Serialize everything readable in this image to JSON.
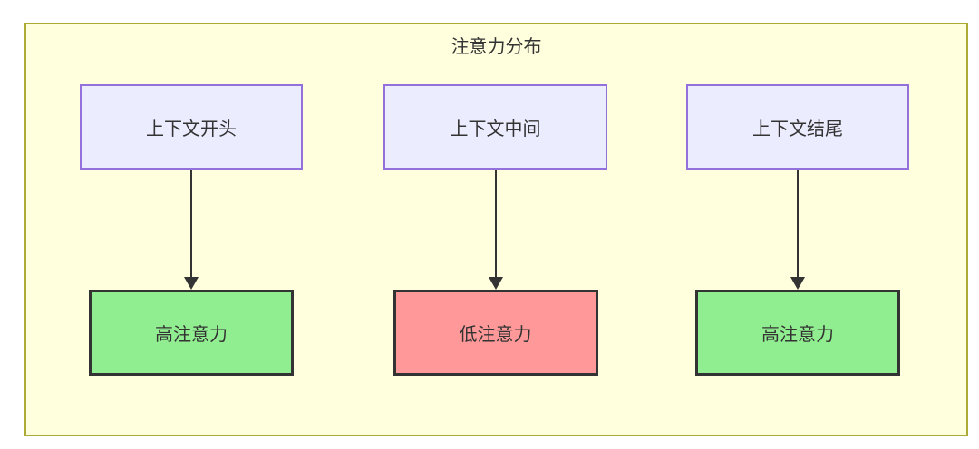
{
  "diagram": {
    "title": "注意力分布",
    "container": {
      "background": "#ffffde",
      "border_color": "#abab35"
    },
    "node_styles": {
      "context_background": "#ececff",
      "context_border": "#9370db",
      "high_attention_background": "#90ee90",
      "low_attention_background": "#ff9999",
      "attention_border": "#333333",
      "text_color": "#333333",
      "arrow_color": "#333333"
    },
    "columns": [
      {
        "context": "上下文开头",
        "attention": "高注意力",
        "level": "high"
      },
      {
        "context": "上下文中间",
        "attention": "低注意力",
        "level": "low"
      },
      {
        "context": "上下文结尾",
        "attention": "高注意力",
        "level": "high"
      }
    ]
  }
}
